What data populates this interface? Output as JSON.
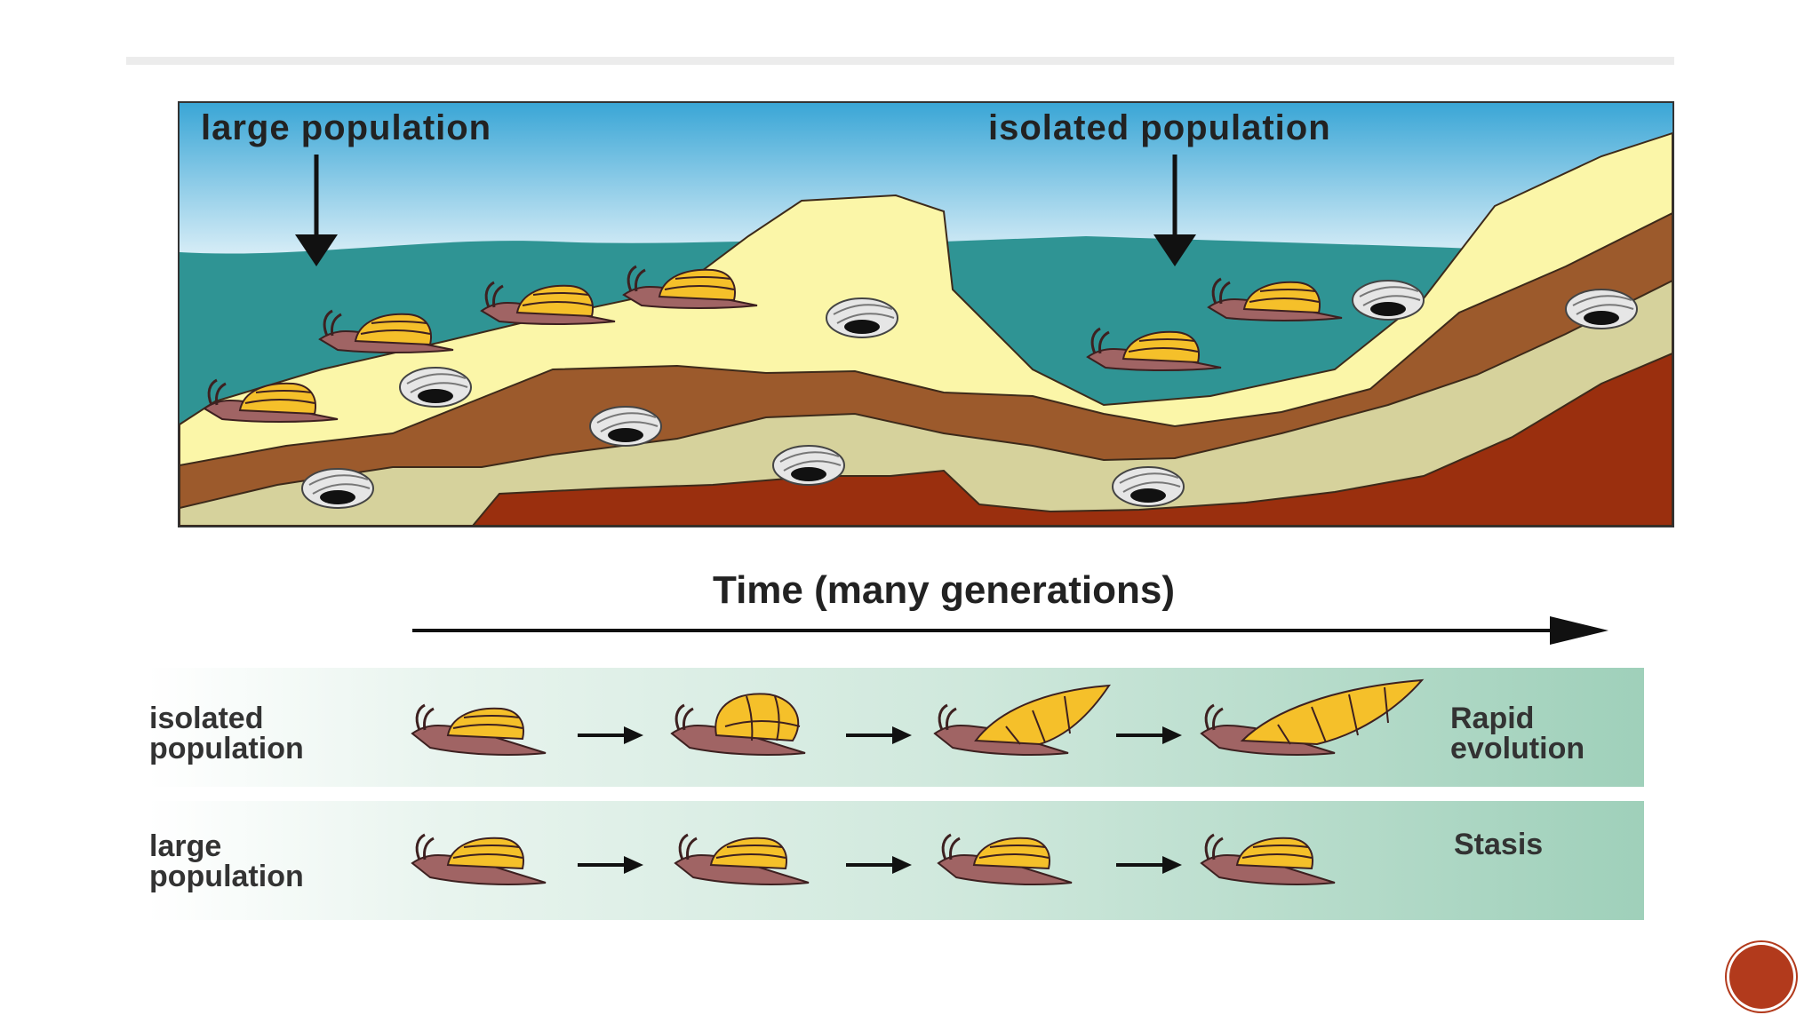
{
  "scene": {
    "label_left": "large population",
    "label_right": "isolated population"
  },
  "timeline": {
    "label": "Time (many generations)"
  },
  "rows": [
    {
      "label_line1": "isolated",
      "label_line2": "population",
      "outcome_line1": "Rapid",
      "outcome_line2": "evolution"
    },
    {
      "label_line1": "large",
      "label_line2": "population",
      "outcome_line1": "Stasis",
      "outcome_line2": ""
    }
  ],
  "colors": {
    "water": "#2f9494",
    "sand": "#fbf6a8",
    "brown": "#9c5a2c",
    "tan": "#d6d29c",
    "rust": "#9a2f0e",
    "snail_body": "#a06464",
    "snail_shell": "#f5c02a",
    "nav_button": "#b23a1c"
  },
  "icons": {
    "down_arrow": "arrow-down-icon",
    "snail": "snail-icon",
    "fossil": "fossil-shell-icon",
    "right_arrow": "arrow-right-icon"
  }
}
